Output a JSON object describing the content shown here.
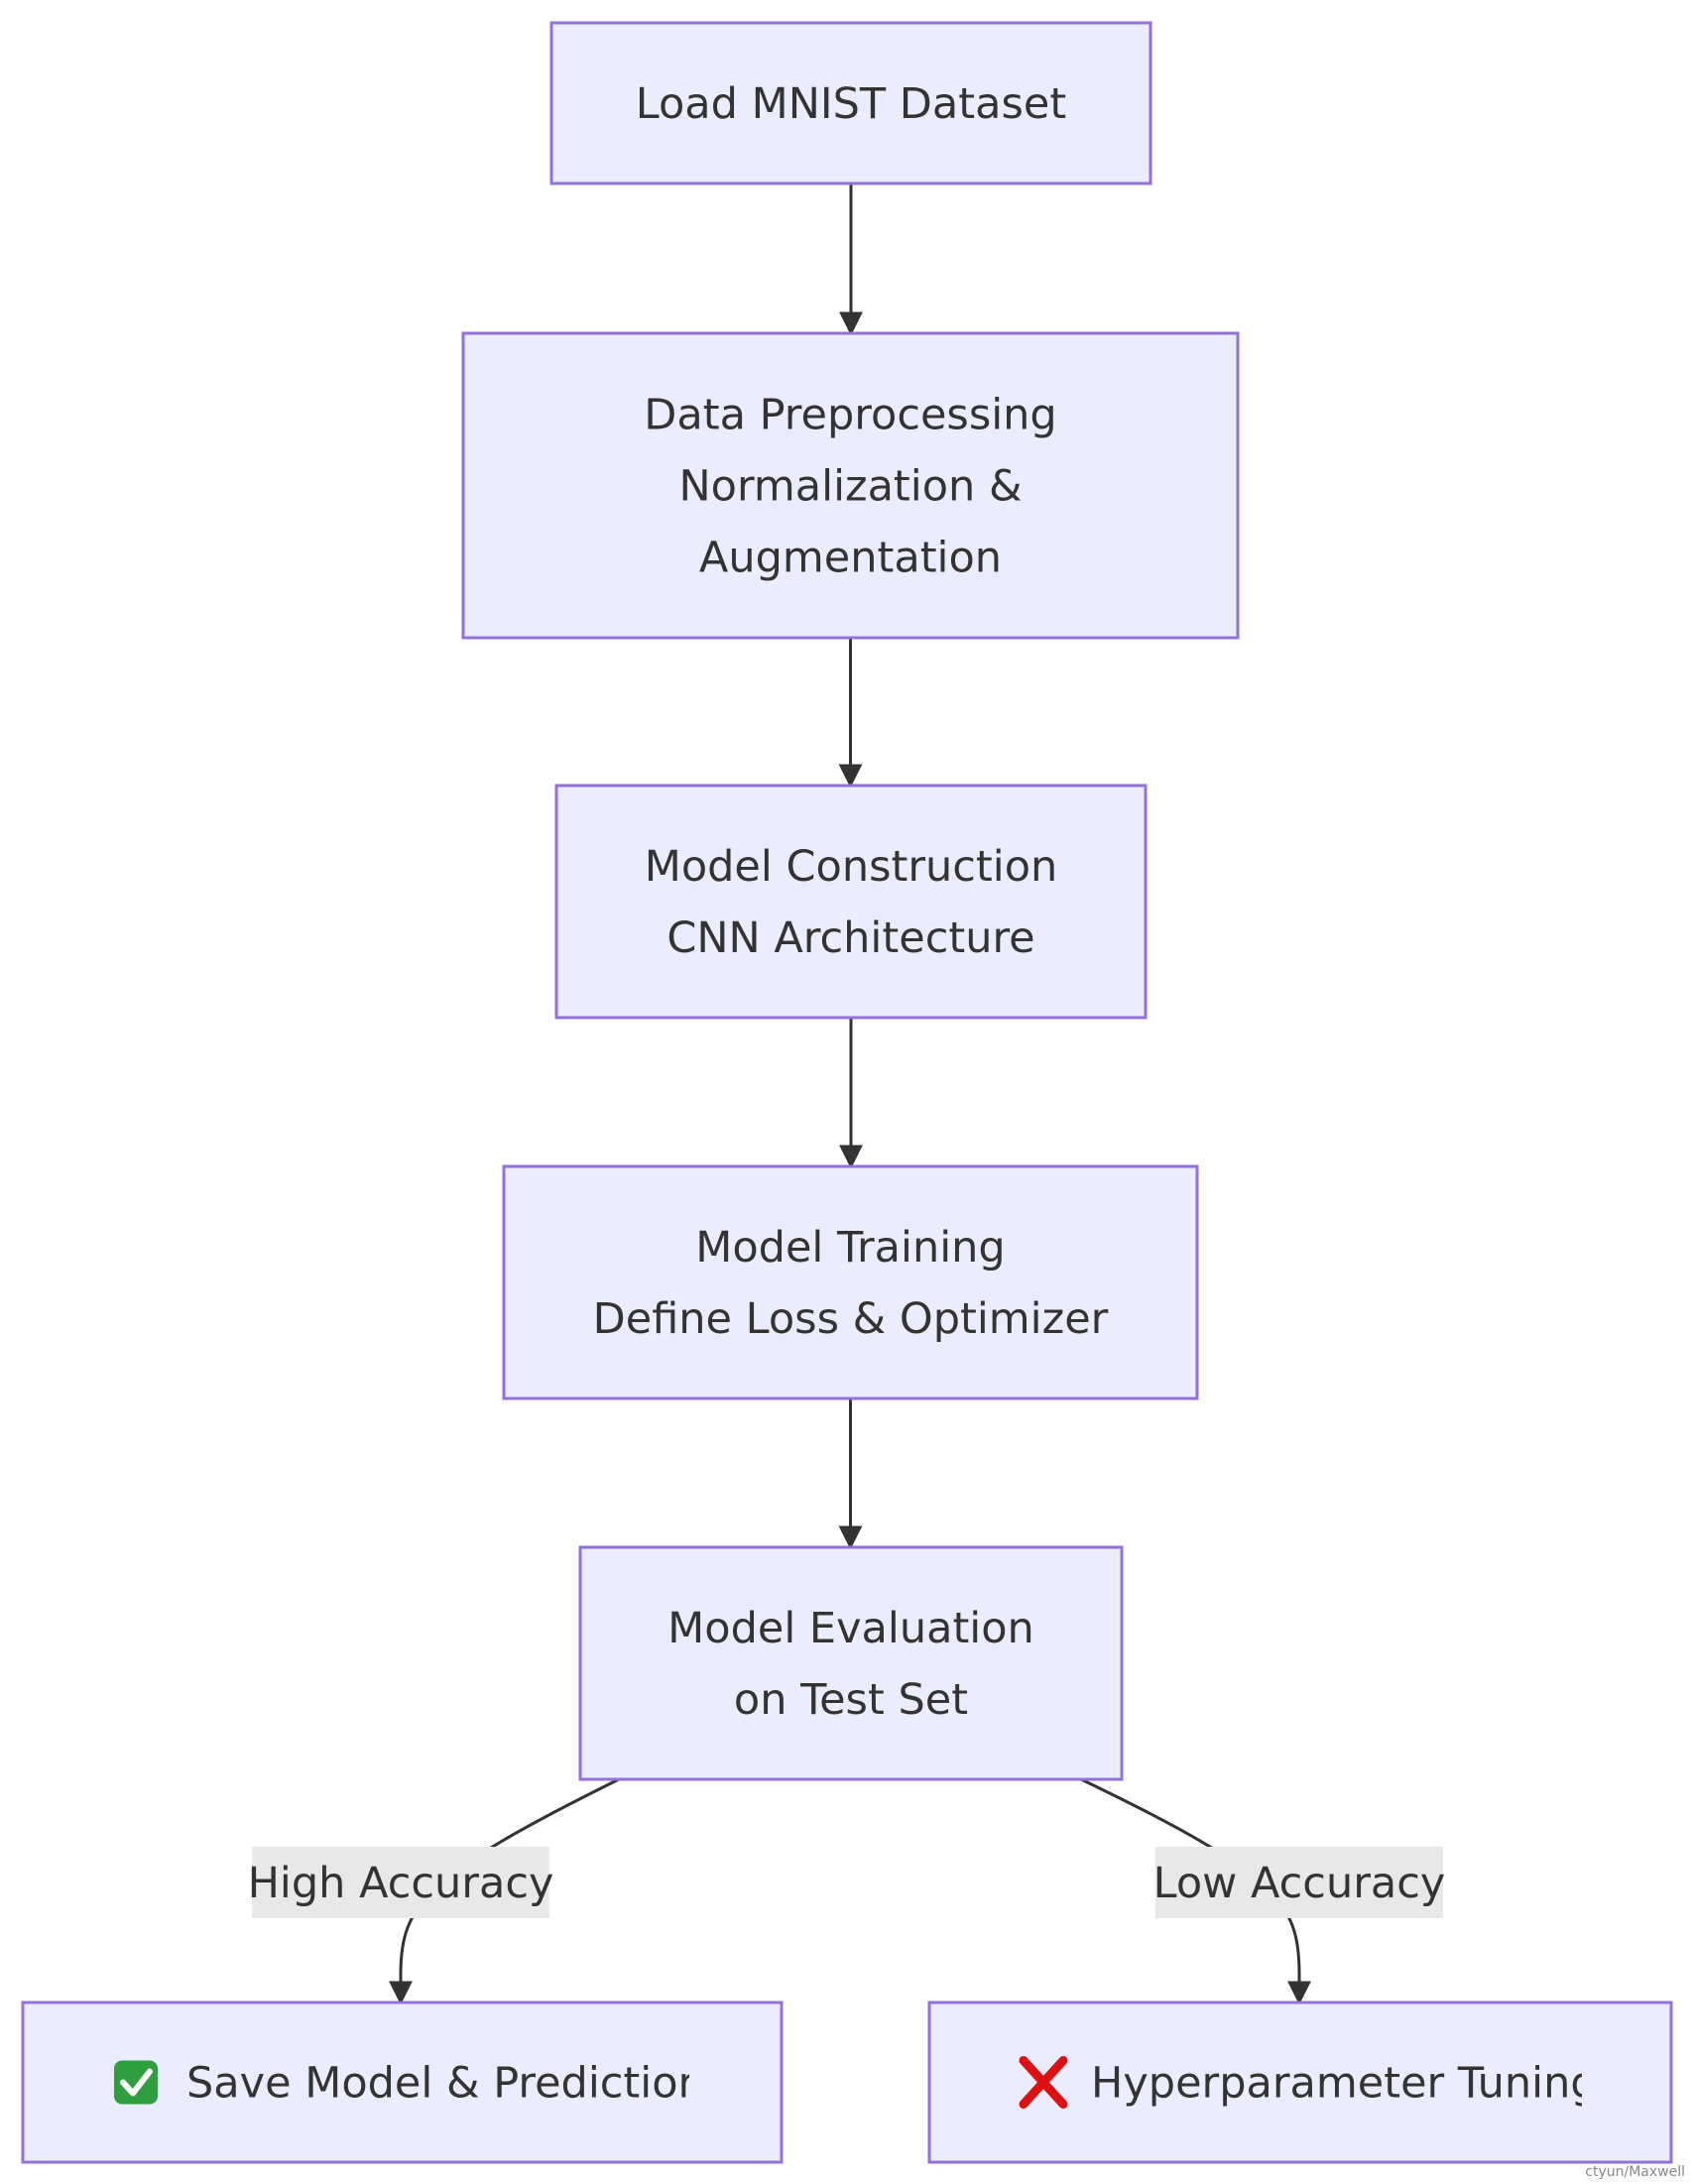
{
  "nodes": [
    {
      "id": "load",
      "lines": [
        "Load MNIST Dataset"
      ]
    },
    {
      "id": "preprocess",
      "lines": [
        "Data Preprocessing",
        "Normalization &",
        "Augmentation"
      ]
    },
    {
      "id": "construct",
      "lines": [
        "Model Construction",
        "CNN Architecture"
      ]
    },
    {
      "id": "train",
      "lines": [
        "Model Training",
        "Define Loss & Optimizer"
      ]
    },
    {
      "id": "evaluate",
      "lines": [
        "Model Evaluation",
        "on Test Set"
      ]
    },
    {
      "id": "save",
      "icon": "check-mark-icon",
      "lines": [
        "Save Model & Predictior"
      ]
    },
    {
      "id": "tune",
      "icon": "cross-mark-icon",
      "lines": [
        "Hyperparameter Tuning"
      ]
    }
  ],
  "edges": [
    {
      "from": "load",
      "to": "preprocess",
      "label": ""
    },
    {
      "from": "preprocess",
      "to": "construct",
      "label": ""
    },
    {
      "from": "construct",
      "to": "train",
      "label": ""
    },
    {
      "from": "train",
      "to": "evaluate",
      "label": ""
    },
    {
      "from": "evaluate",
      "to": "save",
      "label": "High Accuracy"
    },
    {
      "from": "evaluate",
      "to": "tune",
      "label": "Low Accuracy"
    }
  ],
  "colors": {
    "node_fill": "#ececff",
    "node_stroke": "#9370db",
    "edge": "#333333",
    "text": "#333333",
    "label_bg": "#e8e8e8",
    "check_icon": "#2e9e3e",
    "cross_icon": "#dd1111"
  },
  "watermark": "ctyun/Maxwell"
}
